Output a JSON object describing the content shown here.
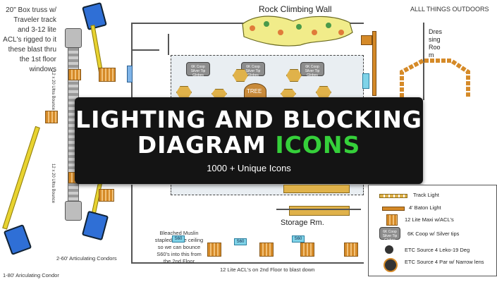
{
  "brand": "ALLL THINGS OUTDOORS",
  "banner": {
    "line1": "LIGHTING AND BLOCKING",
    "line2_main": "DIAGRAM",
    "line2_accent": "ICONS",
    "subtitle": "1000 + Unique Icons",
    "accent_color": "#35d03a"
  },
  "rooms": {
    "rock_wall": "Rock Climbing Wall",
    "dressing_room": "Dressing Room",
    "storage": "Storage Rm.",
    "tree": "TREE"
  },
  "notes": {
    "truss": "20\" Box truss w/ Traveler track and 3-12 lite ACL's rigged to it these blast thru the 1st floor windows",
    "bounce_upper": "12 x 20 Ultra Bounce",
    "bounce_lower": "12 x 20 Ultra Bounce",
    "muslin": "Bleached Muslin stapled to the ceiling so we can bounce S60's into this from the 2nd Floor",
    "condors_60": "2-60' Articulating Condors",
    "condor_80": "1-80' Ariculating Condor",
    "acl_2nd_floor": "12 Lite ACL's on 2nd Floor to blast down"
  },
  "fixture_labels": {
    "s60": "S60",
    "coop": "6K Coop Silver Tip Globes"
  },
  "legend": [
    {
      "icon": "track-light-icon",
      "label": "Track Light"
    },
    {
      "icon": "baton-light-icon",
      "label": "4' Baton Light"
    },
    {
      "icon": "maxi-light-icon",
      "label": "12 Lite Maxi w/ACL's"
    },
    {
      "icon": "coop-light-icon",
      "label": "6K Coop w/ Silver tips"
    },
    {
      "icon": "leko-icon",
      "label": "ETC Source 4 Leko-19 Deg"
    },
    {
      "icon": "par-icon",
      "label": "ETC Source 4 Par w/ Narrow lens"
    }
  ]
}
